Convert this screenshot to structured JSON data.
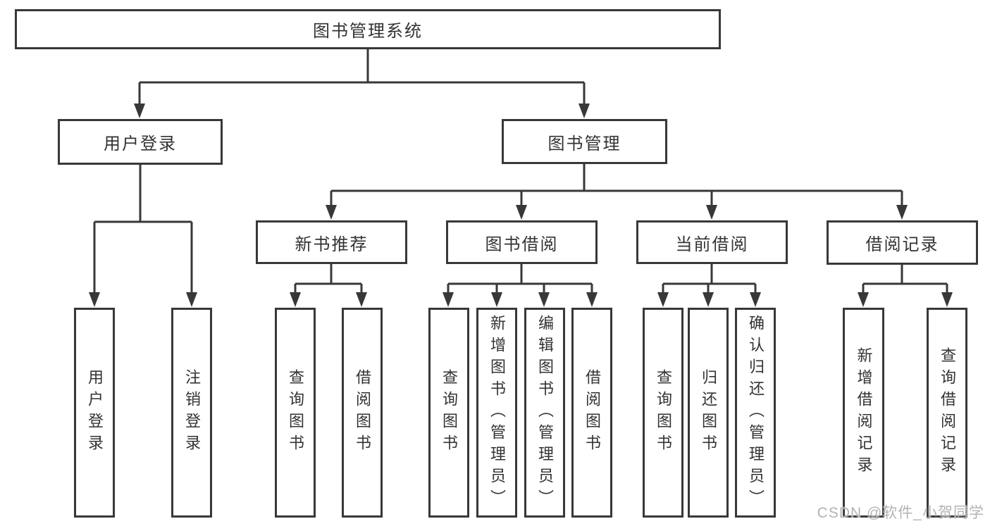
{
  "diagram": {
    "root": {
      "label": "图书管理系统"
    },
    "level2": [
      {
        "label": "用户登录"
      },
      {
        "label": "图书管理"
      }
    ],
    "level3": [
      {
        "label": "新书推荐"
      },
      {
        "label": "图书借阅"
      },
      {
        "label": "当前借阅"
      },
      {
        "label": "借阅记录"
      }
    ],
    "leaves": {
      "user_login": [
        "用户登录",
        "注销登录"
      ],
      "new_book_recommend": [
        "查询图书",
        "借阅图书"
      ],
      "book_borrow": [
        "查询图书",
        "新增图书（管理员）",
        "编辑图书（管理员）",
        "借阅图书"
      ],
      "current_borrow": [
        "查询图书",
        "归还图书",
        "确认归还（管理员）"
      ],
      "borrow_record": [
        "新增借阅记录",
        "查询借阅记录"
      ]
    }
  },
  "colors": {
    "line": "#383838",
    "text": "#333333",
    "watermark": "#b3b3b3",
    "background": "#ffffff"
  },
  "watermark": {
    "text": "CSDN @软件_小贺同学"
  }
}
